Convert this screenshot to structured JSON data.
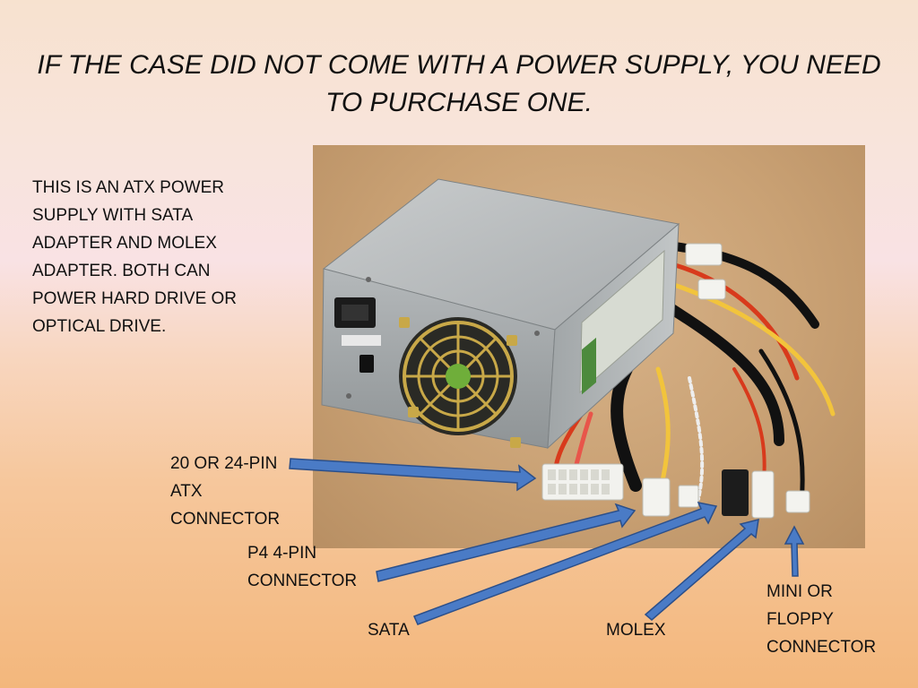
{
  "slide": {
    "title": "IF THE CASE DID NOT COME WITH A POWER SUPPLY, YOU NEED TO PURCHASE ONE.",
    "description": "THIS IS AN ATX POWER SUPPLY WITH SATA ADAPTER AND MOLEX ADAPTER. BOTH CAN POWER HARD DRIVE OR OPTICAL DRIVE."
  },
  "labels": {
    "atx_line1": "20 OR 24-PIN",
    "atx_line2": "ATX",
    "atx_line3": "CONNECTOR",
    "p4_line1": "P4 4-PIN",
    "p4_line2": "CONNECTOR",
    "sata": "SATA",
    "molex": "MOLEX",
    "mini_line1": "MINI OR",
    "mini_line2": "FLOPPY",
    "mini_line3": "CONNECTOR"
  },
  "colors": {
    "arrow_fill": "#4a7bc6",
    "arrow_stroke": "#2b4f8a"
  }
}
